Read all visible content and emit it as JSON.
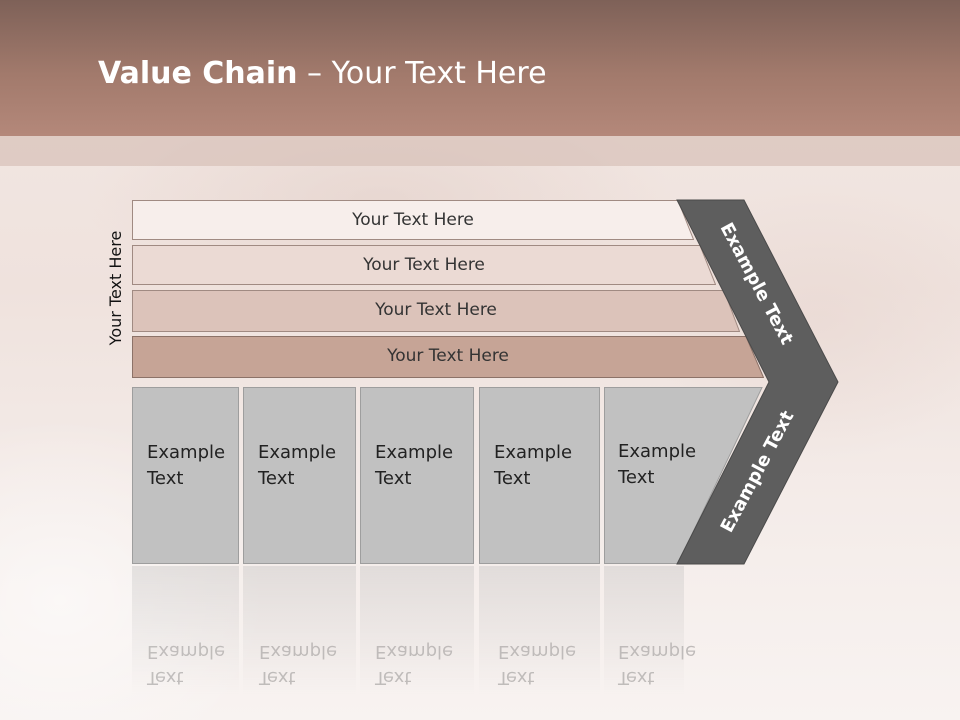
{
  "title": {
    "bold": "Value Chain",
    "rest": " – Your Text Here"
  },
  "side_label": "Your Text Here",
  "bars": [
    {
      "label": "Your Text Here",
      "color": "#f7eeeb"
    },
    {
      "label": "Your Text Here",
      "color": "#ebdad4"
    },
    {
      "label": "Your Text Here",
      "color": "#dcc3ba"
    },
    {
      "label": "Your Text Here",
      "color": "#c6a496"
    }
  ],
  "boxes": [
    {
      "line1": "Example",
      "line2": "Text"
    },
    {
      "line1": "Example",
      "line2": "Text"
    },
    {
      "line1": "Example",
      "line2": "Text"
    },
    {
      "line1": "Example",
      "line2": "Text"
    },
    {
      "line1": "Example",
      "line2": "Text"
    }
  ],
  "chevron": {
    "top_label": "Example Text",
    "bottom_label": "Example Text",
    "color": "#5e5e5e"
  },
  "colors": {
    "header": "#a27a6c",
    "box": "#c1c1c1"
  }
}
